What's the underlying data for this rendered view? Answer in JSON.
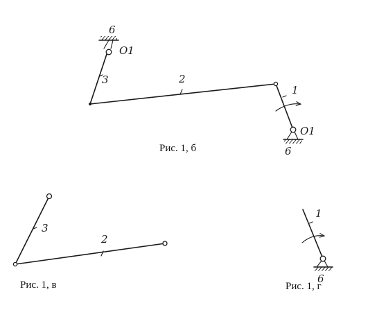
{
  "figure_b": {
    "caption": "Рис. 1, б",
    "label_link_2": "2",
    "label_link_3": "3",
    "label_link_1": "1",
    "label_support_top": "6",
    "label_support_bottom": "6",
    "label_pivot_top": "O1",
    "label_pivot_bottom": "O1"
  },
  "figure_v": {
    "caption": "Рис. 1, в",
    "label_link_2": "2",
    "label_link_3": "3"
  },
  "figure_g": {
    "caption": "Рис. 1, г",
    "label_link_1": "1",
    "label_support": "6"
  }
}
